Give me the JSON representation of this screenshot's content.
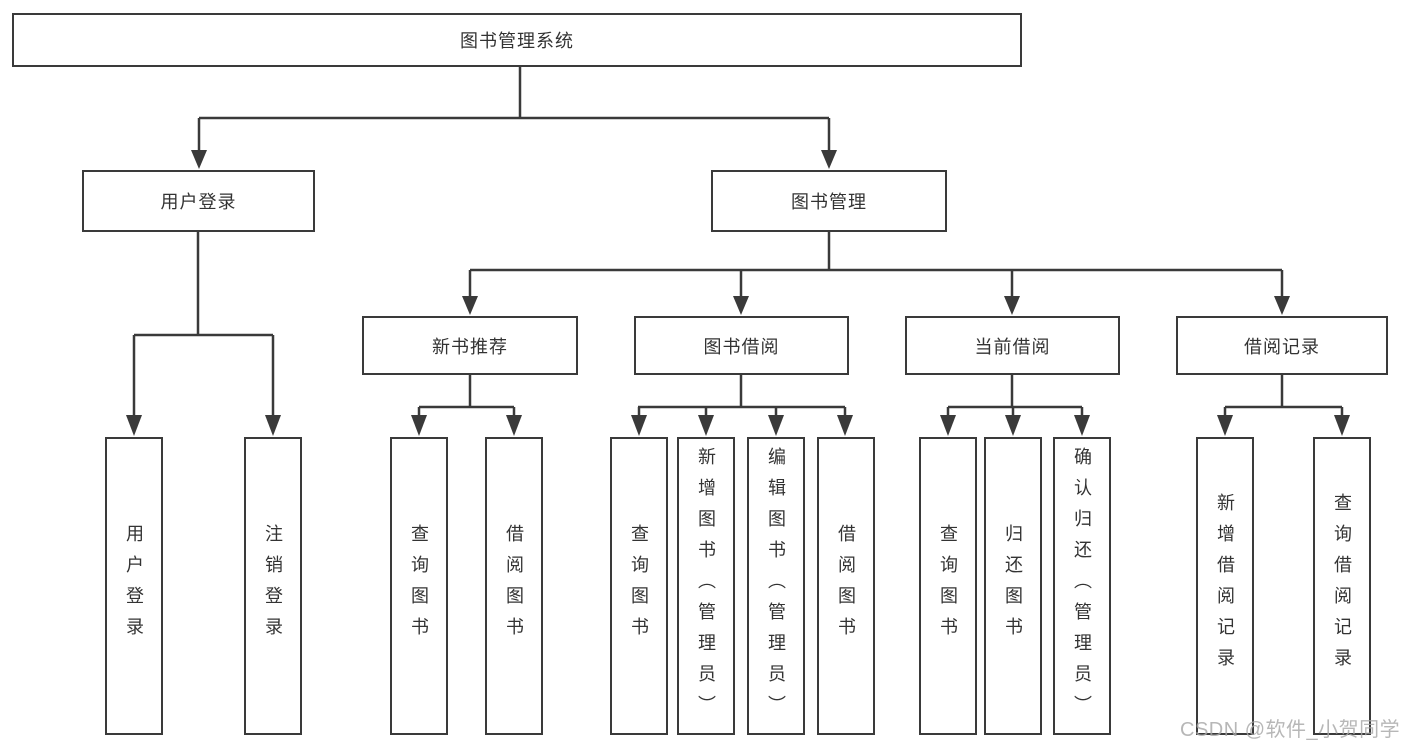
{
  "diagram": {
    "root": {
      "label": "图书管理系统",
      "children": [
        {
          "label": "用户登录",
          "children": [
            {
              "label": "用户登录"
            },
            {
              "label": "注销登录"
            }
          ]
        },
        {
          "label": "图书管理",
          "children": [
            {
              "label": "新书推荐",
              "children": [
                {
                  "label": "查询图书"
                },
                {
                  "label": "借阅图书"
                }
              ]
            },
            {
              "label": "图书借阅",
              "children": [
                {
                  "label": "查询图书"
                },
                {
                  "label": "新增图书（管理员）"
                },
                {
                  "label": "编辑图书（管理员）"
                },
                {
                  "label": "借阅图书"
                }
              ]
            },
            {
              "label": "当前借阅",
              "children": [
                {
                  "label": "查询图书"
                },
                {
                  "label": "归还图书"
                },
                {
                  "label": "确认归还（管理员）"
                }
              ]
            },
            {
              "label": "借阅记录",
              "children": [
                {
                  "label": "新增借阅记录"
                },
                {
                  "label": "查询借阅记录"
                }
              ]
            }
          ]
        }
      ]
    },
    "watermark": "CSDN @软件_小贺同学",
    "colors": {
      "line": "#3a3a3a",
      "text": "#333333",
      "background": "#ffffff",
      "watermark": "#a8a8a8"
    }
  }
}
